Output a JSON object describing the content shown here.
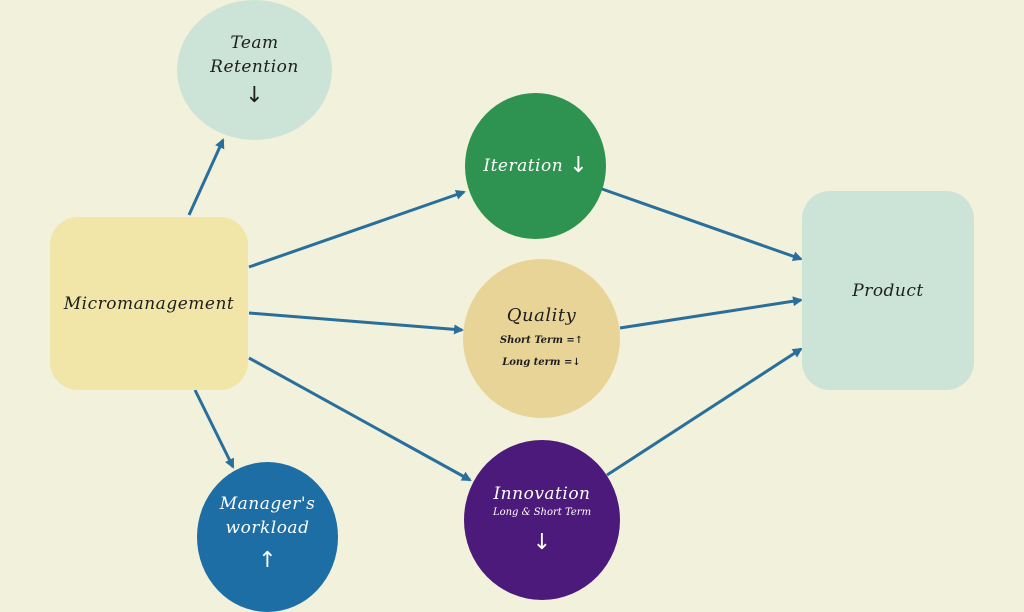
{
  "colors": {
    "background": "#f2f1dc",
    "edge": "#2a6f9b",
    "micromanagement": "#f1e6a7",
    "team_retention": "#cce3d8",
    "managers_workload": "#1c6ea4",
    "iteration": "#2e9350",
    "quality": "#e8d497",
    "innovation": "#4c1a7b",
    "product": "#cce3d8"
  },
  "nodes": {
    "micromanagement": {
      "label": "Micromanagement"
    },
    "team_retention": {
      "line1": "Team",
      "line2": "Retention",
      "arrow": "↓"
    },
    "managers_workload": {
      "line1": "Manager's",
      "line2": "workload",
      "arrow": "↑"
    },
    "iteration": {
      "label": "Iteration",
      "arrow": "↓"
    },
    "quality": {
      "label": "Quality",
      "short_term": "Short Term =↑",
      "long_term": "Long term =↓"
    },
    "innovation": {
      "label": "Innovation",
      "sublabel": "Long & Short  Term",
      "arrow": "↓"
    },
    "product": {
      "label": "Product"
    }
  },
  "edges": [
    {
      "from": "micromanagement",
      "to": "team_retention"
    },
    {
      "from": "micromanagement",
      "to": "managers_workload"
    },
    {
      "from": "micromanagement",
      "to": "iteration"
    },
    {
      "from": "micromanagement",
      "to": "quality"
    },
    {
      "from": "micromanagement",
      "to": "innovation"
    },
    {
      "from": "iteration",
      "to": "product"
    },
    {
      "from": "quality",
      "to": "product"
    },
    {
      "from": "innovation",
      "to": "product"
    }
  ]
}
